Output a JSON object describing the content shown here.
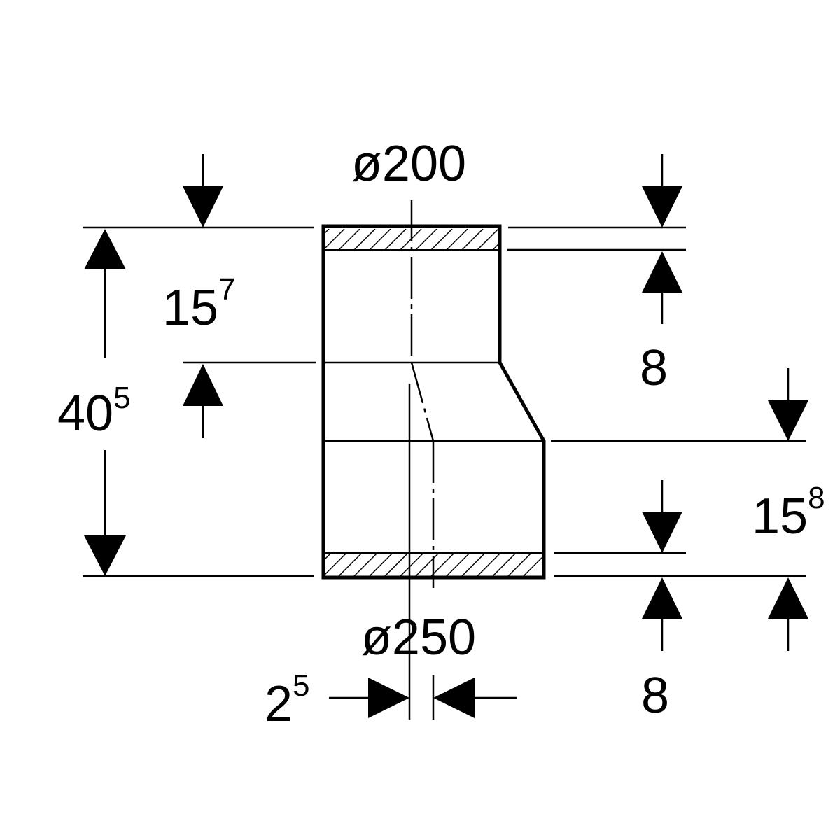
{
  "diameters": {
    "top": "ø200",
    "bottom": "ø250"
  },
  "dimensions": {
    "total_height": {
      "base": "40",
      "sup": "5"
    },
    "upper_section": {
      "base": "15",
      "sup": "7"
    },
    "lower_section": {
      "base": "15",
      "sup": "8"
    },
    "top_socket_depth": "8",
    "bottom_socket_depth": "8",
    "axis_offset": {
      "base": "2",
      "sup": "5"
    }
  },
  "colors": {
    "stroke": "#000000",
    "background": "#ffffff"
  }
}
